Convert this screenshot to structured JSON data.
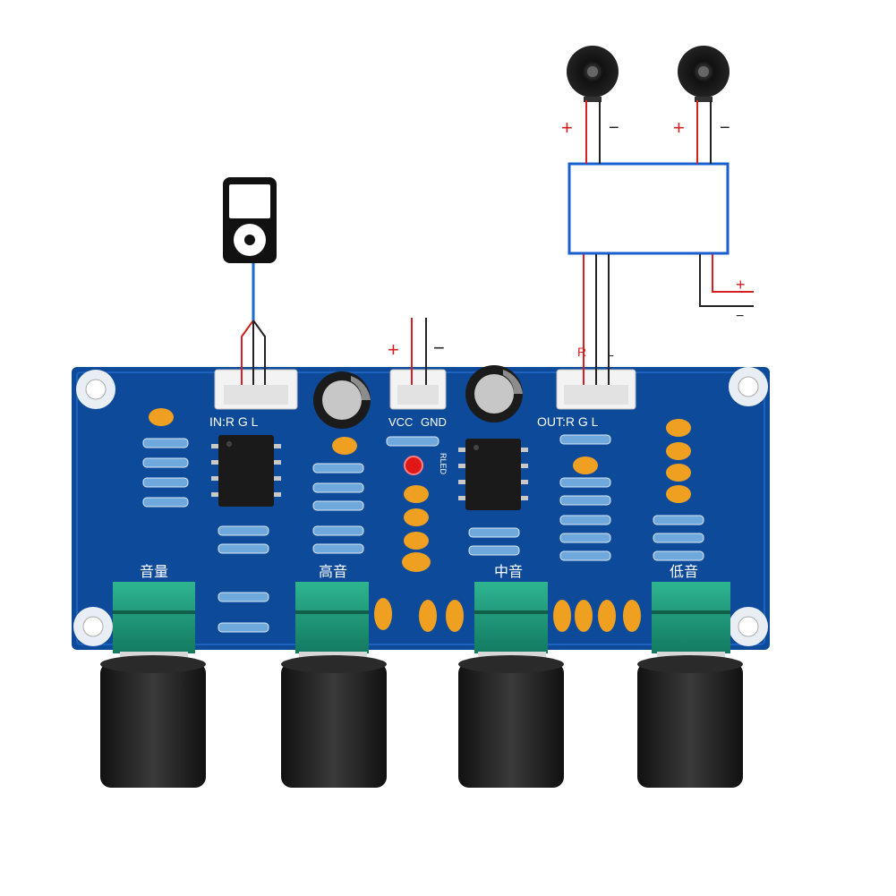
{
  "board": {
    "pcb_color": "#0d4a9a",
    "silk_color": "#ffffff",
    "input_label": "IN:R G L",
    "power_label_vcc": "VCC",
    "power_label_gnd": "GND",
    "output_label": "OUT:R G L",
    "led_label": "RLED",
    "knob_labels": {
      "volume": "音量",
      "treble": "高音",
      "mid": "中音",
      "bass": "低音"
    }
  },
  "wiring": {
    "power_plus": "+",
    "power_minus": "−",
    "amp_out_plus": "+",
    "amp_out_minus": "−",
    "out_r": "R",
    "out_l": "L",
    "speaker_left_plus": "+",
    "speaker_left_minus": "−",
    "speaker_right_plus": "+",
    "speaker_right_minus": "−"
  },
  "colors": {
    "wire_red": "#d42020",
    "wire_black": "#222222",
    "wire_blue": "#1a6ad6",
    "amp_box": "#1a5fd0",
    "capacitor": "#f0a020",
    "knob_base": "#1a9a7a"
  },
  "icons": [
    "mp3-player-icon",
    "speaker-icon",
    "amplifier-box",
    "led-indicator"
  ]
}
